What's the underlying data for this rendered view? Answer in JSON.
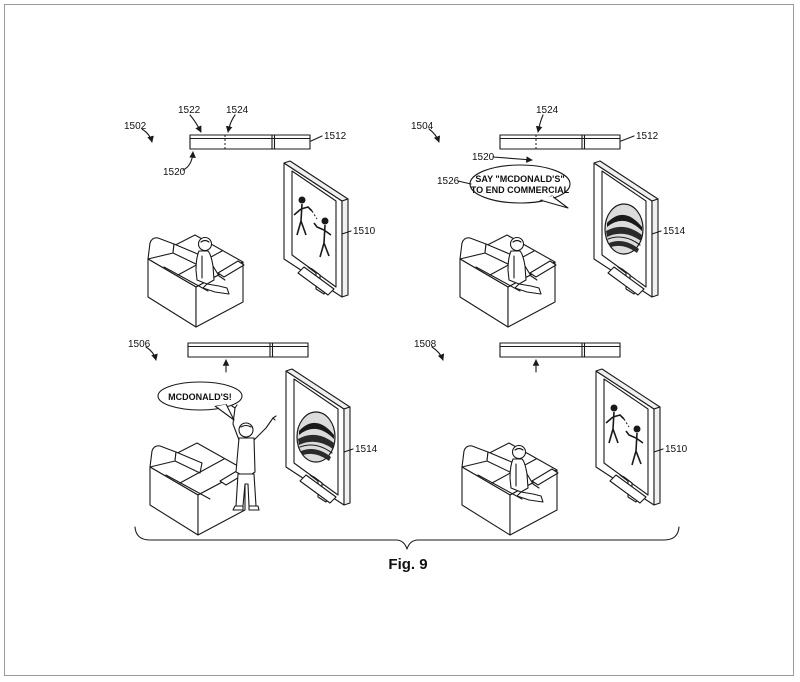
{
  "figure": {
    "caption": "Fig. 9",
    "panels": [
      {
        "id": "1502",
        "labels": {
          "bar_left": "1522",
          "bar_mid": "1524",
          "bar_end": "1512",
          "bar_marker": "1520",
          "display": "1510"
        },
        "screen": "figures"
      },
      {
        "id": "1504",
        "labels": {
          "bar_mid": "1524",
          "bar_end": "1512",
          "bar_marker": "1520",
          "bubble": "1526",
          "display": "1514"
        },
        "bubble_lines": [
          "SAY \"MCDONALD'S\"",
          "TO END COMMERCIAL"
        ],
        "screen": "burger"
      },
      {
        "id": "1506",
        "labels": {
          "display": "1514"
        },
        "bubble_lines": [
          "MCDONALD'S!"
        ],
        "screen": "burger"
      },
      {
        "id": "1508",
        "labels": {
          "display": "1510"
        },
        "screen": "figures"
      }
    ]
  }
}
